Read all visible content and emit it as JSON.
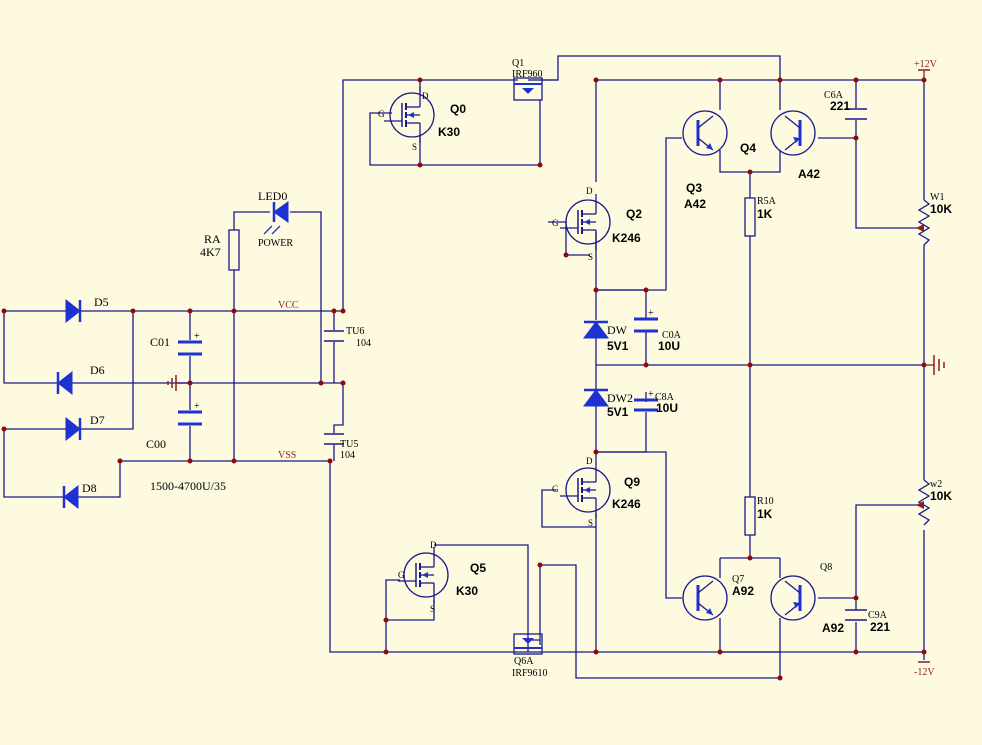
{
  "labels": {
    "D5": "D5",
    "D6": "D6",
    "D7": "D7",
    "D8": "D8",
    "C01": "C01",
    "C00": "C00",
    "cap_value": "1500-4700U/35",
    "RA": "RA",
    "RA_value": "4K7",
    "LED0": "LED0",
    "POWER": "POWER",
    "VCC": "VCC",
    "VSS": "VSS",
    "TU6": "TU6",
    "TU6_value": "104",
    "TU5": "TU5",
    "TU5_value": "104",
    "Q1": "Q1",
    "Q1_part": "IRF960",
    "Q0": "Q0",
    "Q0_part": "K30",
    "pin_g": "G",
    "pin_d": "D",
    "pin_s": "S",
    "Q2": "Q2",
    "Q2_part": "K246",
    "Q3": "Q3",
    "Q3_part": "A42",
    "Q4": "Q4",
    "Q4_part": "A42",
    "C6A": "C6A",
    "C6A_value": "221",
    "W1": "W1",
    "W1_value": "10K",
    "plus12V": "+12V",
    "minus12V": "-12V",
    "R5A": "R5A",
    "R5A_value": "1K",
    "DW": "DW",
    "DW_value": "5V1",
    "C0A": "C0A",
    "C0A_value": "10U",
    "DW2": "DW2",
    "DW2_value": "5V1",
    "C8A": "C8A",
    "C8A_value": "10U",
    "Q9": "Q9",
    "Q9_part": "K246",
    "R10": "R10",
    "R10_value": "1K",
    "w2": "w2",
    "W2_value": "10K",
    "Q7": "Q7",
    "Q7_part": "A92",
    "Q8": "Q8",
    "Q8_part": "A92",
    "C9A": "C9A",
    "C9A_value": "221",
    "Q5": "Q5",
    "Q5_part": "K30",
    "Q6A": "Q6A",
    "Q6A_part": "IRF9610"
  },
  "colors": {
    "background": "#fdfae0",
    "wire": "#1a1a8c",
    "component": "#1e32d2",
    "junction": "#8c0a0a",
    "net_label": "#8c1e1e"
  }
}
